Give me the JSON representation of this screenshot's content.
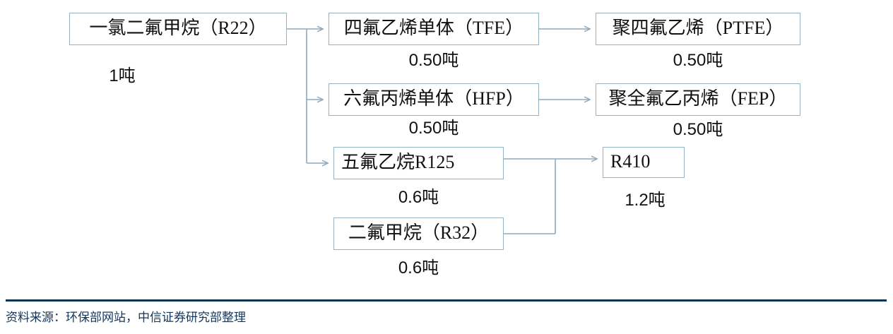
{
  "diagram": {
    "type": "process-flow",
    "title": "",
    "nodes": [
      {
        "id": "r22",
        "label": "一氯二氟甲烷（R22）",
        "qty": "1吨"
      },
      {
        "id": "tfe",
        "label": "四氟乙烯单体（TFE）",
        "qty": "0.50吨"
      },
      {
        "id": "ptfe",
        "label": "聚四氟乙烯（PTFE）",
        "qty": "0.50吨"
      },
      {
        "id": "hfp",
        "label": "六氟丙烯单体（HFP）",
        "qty": "0.50吨"
      },
      {
        "id": "fep",
        "label": "聚全氟乙丙烯（FEP）",
        "qty": "0.50吨"
      },
      {
        "id": "r125",
        "label": "五氟乙烷R125",
        "qty": "0.6吨"
      },
      {
        "id": "r32",
        "label": "二氟甲烷（R32）",
        "qty": "0.6吨"
      },
      {
        "id": "r410",
        "label": "R410",
        "qty": "1.2吨"
      }
    ],
    "edges": [
      {
        "from": "r22",
        "to": "tfe"
      },
      {
        "from": "r22",
        "to": "hfp"
      },
      {
        "from": "r22",
        "to": "r125"
      },
      {
        "from": "tfe",
        "to": "ptfe"
      },
      {
        "from": "hfp",
        "to": "fep"
      },
      {
        "from": "r125",
        "to": "r410"
      },
      {
        "from": "r32",
        "to": "r410"
      }
    ],
    "colors": {
      "box_border": "#93b2c4",
      "connector": "#8fa9bd",
      "text": "#111111",
      "footer_rule": "#0b3553",
      "footer_text": "#13365a"
    }
  },
  "footer": {
    "source_note": "资料来源：环保部网站，中信证券研究部整理"
  }
}
